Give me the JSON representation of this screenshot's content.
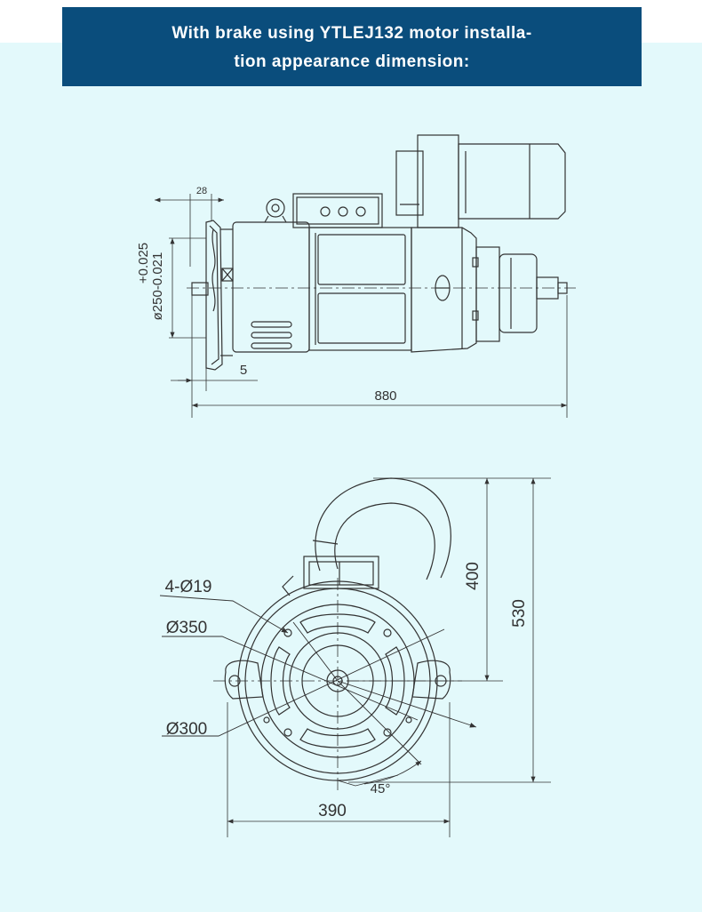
{
  "header": {
    "title_line1": "With brake using YTLEJ132 motor installa-",
    "title_line2": "tion appearance dimension:"
  },
  "side_view": {
    "dim_top": "28",
    "dim_tolerance_upper": "+0.025",
    "dim_shaft": "ø250-0.021",
    "dim_gap": "5",
    "dim_length": "880"
  },
  "front_view": {
    "dim_holes": "4-Ø19",
    "dim_pcd": "Ø350",
    "dim_spigot": "Ø300",
    "dim_angle": "45°",
    "dim_width": "390",
    "dim_height_center": "400",
    "dim_height_total": "530"
  },
  "colors": {
    "header_bg": "#0a4d7c",
    "accent_red": "#ee4b4b",
    "panel_bg": "#e3f9fb",
    "line": "#333333"
  }
}
